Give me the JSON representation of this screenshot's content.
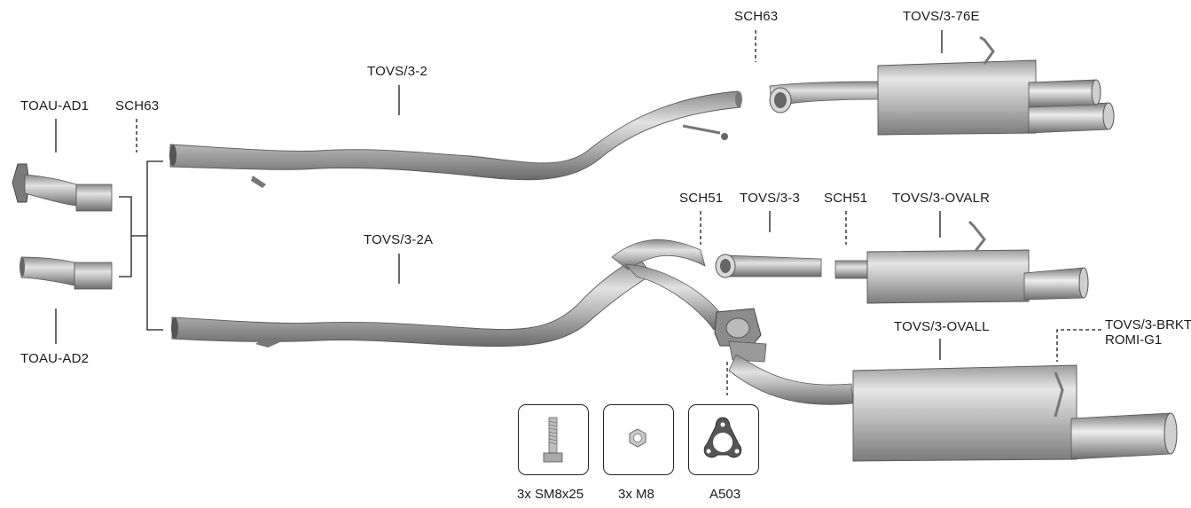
{
  "labels": {
    "toau_ad1": "TOAU-AD1",
    "sch63_left": "SCH63",
    "toau_ad2": "TOAU-AD2",
    "tovs_3_2": "TOVS/3-2",
    "tovs_3_2a": "TOVS/3-2A",
    "sch63_right": "SCH63",
    "tovs_3_76e": "TOVS/3-76E",
    "sch51_a": "SCH51",
    "tovs_3_3": "TOVS/3-3",
    "sch51_b": "SCH51",
    "tovs_3_ovalr": "TOVS/3-OVALR",
    "tovs_3_ovall": "TOVS/3-OVALL",
    "tovs_3_brkt": "TOVS/3-BRKT",
    "romi_g1": "ROMI-G1",
    "a503_lead": "A503"
  },
  "hardware": [
    {
      "caption": "3x SM8x25",
      "icon": "bolt-icon"
    },
    {
      "caption": "3x M8",
      "icon": "hex-nut-icon"
    },
    {
      "caption": "A503",
      "icon": "gasket-icon"
    }
  ],
  "colors": {
    "metal_light": "#d9d9d9",
    "metal_mid": "#a8a8a8",
    "metal_dark": "#6e6e6e",
    "line": "#1a1a1a"
  }
}
